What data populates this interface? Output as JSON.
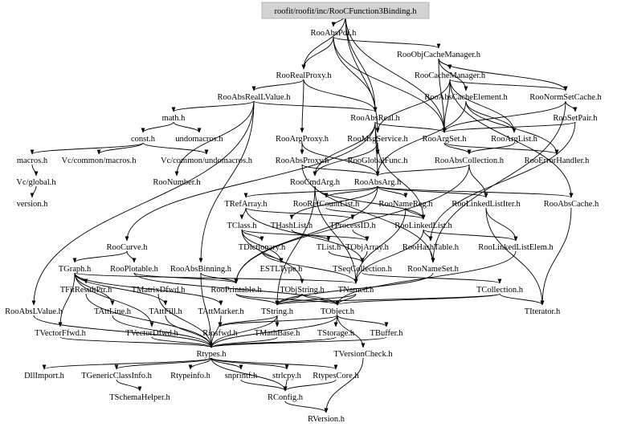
{
  "root": {
    "id": "root",
    "label": "roofit/roofit/inc/RooCFunction3Binding.h"
  },
  "nodes": [
    {
      "id": "RooAbsPdf",
      "label": "RooAbsPdf.h"
    },
    {
      "id": "RooObjCacheManager",
      "label": "RooObjCacheManager.h"
    },
    {
      "id": "RooRealProxy",
      "label": "RooRealProxy.h"
    },
    {
      "id": "RooCacheManager",
      "label": "RooCacheManager.h"
    },
    {
      "id": "RooAbsRealLValue",
      "label": "RooAbsRealLValue.h"
    },
    {
      "id": "RooAbsCacheElement",
      "label": "RooAbsCacheElement.h"
    },
    {
      "id": "RooNormSetCache",
      "label": "RooNormSetCache.h"
    },
    {
      "id": "RooAbsReal",
      "label": "RooAbsReal.h"
    },
    {
      "id": "math",
      "label": "math.h"
    },
    {
      "id": "RooSetPair",
      "label": "RooSetPair.h"
    },
    {
      "id": "const",
      "label": "const.h"
    },
    {
      "id": "undomacros",
      "label": "undomacros.h"
    },
    {
      "id": "RooArgProxy",
      "label": "RooArgProxy.h"
    },
    {
      "id": "RooMsgService",
      "label": "RooMsgService.h"
    },
    {
      "id": "RooArgSet",
      "label": "RooArgSet.h"
    },
    {
      "id": "RooArgList",
      "label": "RooArgList.h"
    },
    {
      "id": "macros",
      "label": "macros.h"
    },
    {
      "id": "VcMacros",
      "label": "Vc/common/macros.h"
    },
    {
      "id": "VcUndomacros",
      "label": "Vc/common/undomacros.h"
    },
    {
      "id": "RooAbsProxy",
      "label": "RooAbsProxy.h"
    },
    {
      "id": "RooGlobalFunc",
      "label": "RooGlobalFunc.h"
    },
    {
      "id": "RooAbsCollection",
      "label": "RooAbsCollection.h"
    },
    {
      "id": "RooErrorHandler",
      "label": "RooErrorHandler.h"
    },
    {
      "id": "VcGlobal",
      "label": "Vc/global.h"
    },
    {
      "id": "RooNumber",
      "label": "RooNumber.h"
    },
    {
      "id": "RooCmdArg",
      "label": "RooCmdArg.h"
    },
    {
      "id": "RooAbsArg",
      "label": "RooAbsArg.h"
    },
    {
      "id": "version",
      "label": "version.h"
    },
    {
      "id": "TRefArray",
      "label": "TRefArray.h"
    },
    {
      "id": "RooRefCountList",
      "label": "RooRefCountList.h"
    },
    {
      "id": "RooNameReg",
      "label": "RooNameReg.h"
    },
    {
      "id": "RooLinkedListIter",
      "label": "RooLinkedListIter.h"
    },
    {
      "id": "RooAbsCache",
      "label": "RooAbsCache.h"
    },
    {
      "id": "TClass",
      "label": "TClass.h"
    },
    {
      "id": "THashList",
      "label": "THashList.h"
    },
    {
      "id": "TProcessID",
      "label": "TProcessID.h"
    },
    {
      "id": "RooLinkedList",
      "label": "RooLinkedList.h"
    },
    {
      "id": "RooCurve",
      "label": "RooCurve.h"
    },
    {
      "id": "TDictionary",
      "label": "TDictionary.h"
    },
    {
      "id": "TList",
      "label": "TList.h"
    },
    {
      "id": "TObjArray",
      "label": "TObjArray.h"
    },
    {
      "id": "RooHashTable",
      "label": "RooHashTable.h"
    },
    {
      "id": "RooLinkedListElem",
      "label": "RooLinkedListElem.h"
    },
    {
      "id": "TGraph",
      "label": "TGraph.h"
    },
    {
      "id": "RooPlotable",
      "label": "RooPlotable.h"
    },
    {
      "id": "RooAbsBinning",
      "label": "RooAbsBinning.h"
    },
    {
      "id": "ESTLType",
      "label": "ESTLType.h"
    },
    {
      "id": "TSeqCollection",
      "label": "TSeqCollection.h"
    },
    {
      "id": "RooNameSet",
      "label": "RooNameSet.h"
    },
    {
      "id": "TFitResultPtr",
      "label": "TFitResultPtr.h"
    },
    {
      "id": "TMatrixDfwd",
      "label": "TMatrixDfwd.h"
    },
    {
      "id": "RooPrintable",
      "label": "RooPrintable.h"
    },
    {
      "id": "TObjString",
      "label": "TObjString.h"
    },
    {
      "id": "TNamed",
      "label": "TNamed.h"
    },
    {
      "id": "TCollection",
      "label": "TCollection.h"
    },
    {
      "id": "RooAbsLValue",
      "label": "RooAbsLValue.h"
    },
    {
      "id": "TAttLine",
      "label": "TAttLine.h"
    },
    {
      "id": "TAttFill",
      "label": "TAttFill.h"
    },
    {
      "id": "TAttMarker",
      "label": "TAttMarker.h"
    },
    {
      "id": "TString",
      "label": "TString.h"
    },
    {
      "id": "TObject",
      "label": "TObject.h"
    },
    {
      "id": "TIterator",
      "label": "TIterator.h"
    },
    {
      "id": "TVectorFfwd",
      "label": "TVectorFfwd.h"
    },
    {
      "id": "TVectorDfwd",
      "label": "TVectorDfwd.h"
    },
    {
      "id": "Riosfwd",
      "label": "Riosfwd.h"
    },
    {
      "id": "TMathBase",
      "label": "TMathBase.h"
    },
    {
      "id": "TStorage",
      "label": "TStorage.h"
    },
    {
      "id": "TBuffer",
      "label": "TBuffer.h"
    },
    {
      "id": "Rtypes",
      "label": "Rtypes.h"
    },
    {
      "id": "TVersionCheck",
      "label": "TVersionCheck.h"
    },
    {
      "id": "DllImport",
      "label": "DllImport.h"
    },
    {
      "id": "TGenericClassInfo",
      "label": "TGenericClassInfo.h"
    },
    {
      "id": "Rtypeinfo",
      "label": "Rtypeinfo.h"
    },
    {
      "id": "snprintf",
      "label": "snprintf.h"
    },
    {
      "id": "strlcpy",
      "label": "strlcpy.h"
    },
    {
      "id": "RtypesCore",
      "label": "RtypesCore.h"
    },
    {
      "id": "TSchemaHelper",
      "label": "TSchemaHelper.h"
    },
    {
      "id": "RConfig",
      "label": "RConfig.h"
    },
    {
      "id": "RVersion",
      "label": "RVersion.h"
    }
  ],
  "edges": [
    [
      "root",
      "RooAbsPdf"
    ],
    [
      "root",
      "RooRealProxy"
    ],
    [
      "root",
      "RooAbsReal"
    ],
    [
      "root",
      "RooMsgService"
    ],
    [
      "root",
      "RooArgSet"
    ],
    [
      "RooAbsPdf",
      "RooObjCacheManager"
    ],
    [
      "RooAbsPdf",
      "RooRealProxy"
    ],
    [
      "RooAbsPdf",
      "RooAbsReal"
    ],
    [
      "RooAbsPdf",
      "RooArgSet"
    ],
    [
      "RooObjCacheManager",
      "RooCacheManager"
    ],
    [
      "RooObjCacheManager",
      "RooAbsCacheElement"
    ],
    [
      "RooObjCacheManager",
      "RooNormSetCache"
    ],
    [
      "RooObjCacheManager",
      "RooArgSet"
    ],
    [
      "RooRealProxy",
      "RooAbsRealLValue"
    ],
    [
      "RooRealProxy",
      "RooArgProxy"
    ],
    [
      "RooRealProxy",
      "RooAbsReal"
    ],
    [
      "RooCacheManager",
      "RooAbsCache"
    ],
    [
      "RooCacheManager",
      "RooNormSetCache"
    ],
    [
      "RooCacheManager",
      "RooArgSet"
    ],
    [
      "RooCacheManager",
      "RooArgList"
    ],
    [
      "RooCacheManager",
      "RooMsgService"
    ],
    [
      "RooAbsCacheElement",
      "RooAbsArg"
    ],
    [
      "RooAbsCacheElement",
      "RooArgList"
    ],
    [
      "RooAbsCacheElement",
      "RooErrorHandler"
    ],
    [
      "RooNormSetCache",
      "RooNameSet"
    ],
    [
      "RooNormSetCache",
      "RooSetPair"
    ],
    [
      "RooNormSetCache",
      "RooArgSet"
    ],
    [
      "RooSetPair",
      "RooArgSet"
    ],
    [
      "RooSetPair",
      "RooHashTable"
    ],
    [
      "RooAbsRealLValue",
      "math"
    ],
    [
      "RooAbsRealLValue",
      "RooAbsReal"
    ],
    [
      "RooAbsRealLValue",
      "RooNumber"
    ],
    [
      "RooAbsRealLValue",
      "RooAbsLValue"
    ],
    [
      "RooAbsRealLValue",
      "RooAbsBinning"
    ],
    [
      "math",
      "const"
    ],
    [
      "math",
      "undomacros"
    ],
    [
      "const",
      "macros"
    ],
    [
      "const",
      "VcMacros"
    ],
    [
      "const",
      "VcUndomacros"
    ],
    [
      "macros",
      "VcGlobal"
    ],
    [
      "VcGlobal",
      "version"
    ],
    [
      "RooAbsReal",
      "RooAbsArg"
    ],
    [
      "RooAbsReal",
      "RooCmdArg"
    ],
    [
      "RooAbsReal",
      "RooCurve"
    ],
    [
      "RooAbsReal",
      "RooArgSet"
    ],
    [
      "RooAbsReal",
      "RooGlobalFunc"
    ],
    [
      "RooArgProxy",
      "RooAbsProxy"
    ],
    [
      "RooArgProxy",
      "RooAbsArg"
    ],
    [
      "RooAbsProxy",
      "RooAbsArg"
    ],
    [
      "RooAbsProxy",
      "RooNameSet"
    ],
    [
      "RooMsgService",
      "RooGlobalFunc"
    ],
    [
      "RooMsgService",
      "RooCmdArg"
    ],
    [
      "RooMsgService",
      "RooLinkedList"
    ],
    [
      "RooArgSet",
      "RooAbsCollection"
    ],
    [
      "RooArgSet",
      "RooErrorHandler"
    ],
    [
      "RooArgList",
      "RooAbsCollection"
    ],
    [
      "RooAbsCollection",
      "RooAbsArg"
    ],
    [
      "RooAbsCollection",
      "RooLinkedListIter"
    ],
    [
      "RooAbsCollection",
      "RooPrintable"
    ],
    [
      "RooCmdArg",
      "TNamed"
    ],
    [
      "RooCmdArg",
      "TString"
    ],
    [
      "RooCmdArg",
      "RooLinkedList"
    ],
    [
      "RooAbsArg",
      "TRefArray"
    ],
    [
      "RooAbsArg",
      "RooRefCountList"
    ],
    [
      "RooAbsArg",
      "RooNameReg"
    ],
    [
      "RooAbsArg",
      "RooAbsCache"
    ],
    [
      "RooAbsArg",
      "THashList"
    ],
    [
      "RooAbsArg",
      "RooLinkedListIter"
    ],
    [
      "RooAbsArg",
      "RooPrintable"
    ],
    [
      "TRefArray",
      "TProcessID"
    ],
    [
      "TRefArray",
      "TSeqCollection"
    ],
    [
      "TRefArray",
      "TClass"
    ],
    [
      "RooRefCountList",
      "RooLinkedList"
    ],
    [
      "RooNameReg",
      "TNamed"
    ],
    [
      "RooNameReg",
      "RooLinkedList"
    ],
    [
      "RooLinkedListIter",
      "RooLinkedListElem"
    ],
    [
      "RooLinkedListIter",
      "TIterator"
    ],
    [
      "RooAbsCache",
      "TIterator"
    ],
    [
      "TClass",
      "TDictionary"
    ],
    [
      "TClass",
      "TObjArray"
    ],
    [
      "TClass",
      "TObjString"
    ],
    [
      "TClass",
      "ESTLType"
    ],
    [
      "THashList",
      "TList"
    ],
    [
      "TProcessID",
      "TObjArray"
    ],
    [
      "RooLinkedList",
      "RooLinkedListElem"
    ],
    [
      "RooLinkedList",
      "RooHashTable"
    ],
    [
      "RooLinkedList",
      "TNamed"
    ],
    [
      "RooCurve",
      "TGraph"
    ],
    [
      "RooCurve",
      "RooPlotable"
    ],
    [
      "TDictionary",
      "TNamed"
    ],
    [
      "TDictionary",
      "ESTLType"
    ],
    [
      "TList",
      "TSeqCollection"
    ],
    [
      "TObjArray",
      "TSeqCollection"
    ],
    [
      "RooHashTable",
      "RooNameSet"
    ],
    [
      "RooLinkedListElem",
      "TObject"
    ],
    [
      "TGraph",
      "TNamed"
    ],
    [
      "TGraph",
      "TAttLine"
    ],
    [
      "TGraph",
      "TAttFill"
    ],
    [
      "TGraph",
      "TAttMarker"
    ],
    [
      "TGraph",
      "TVectorFfwd"
    ],
    [
      "TGraph",
      "TVectorDfwd"
    ],
    [
      "TGraph",
      "TFitResultPtr"
    ],
    [
      "RooPlotable",
      "RooPrintable"
    ],
    [
      "RooPlotable",
      "TObject"
    ],
    [
      "RooAbsBinning",
      "RooPrintable"
    ],
    [
      "RooAbsBinning",
      "Rtypes"
    ],
    [
      "TSeqCollection",
      "TCollection"
    ],
    [
      "RooNameSet",
      "TString"
    ],
    [
      "TFitResultPtr",
      "Rtypes"
    ],
    [
      "TMatrixDfwd",
      "Rtypes"
    ],
    [
      "RooPrintable",
      "TString"
    ],
    [
      "RooPrintable",
      "TObject"
    ],
    [
      "TObjString",
      "TString"
    ],
    [
      "TObjString",
      "TObject"
    ],
    [
      "TNamed",
      "TString"
    ],
    [
      "TNamed",
      "TObject"
    ],
    [
      "TCollection",
      "TObject"
    ],
    [
      "TCollection",
      "TIterator"
    ],
    [
      "TCollection",
      "TString"
    ],
    [
      "RooAbsLValue",
      "Rtypes"
    ],
    [
      "TAttLine",
      "Rtypes"
    ],
    [
      "TAttFill",
      "Rtypes"
    ],
    [
      "TAttMarker",
      "Rtypes"
    ],
    [
      "TString",
      "Rtypes"
    ],
    [
      "TString",
      "TMathBase"
    ],
    [
      "TString",
      "Riosfwd"
    ],
    [
      "TObject",
      "Rtypes"
    ],
    [
      "TObject",
      "TStorage"
    ],
    [
      "TObject",
      "TVersionCheck"
    ],
    [
      "TObject",
      "Riosfwd"
    ],
    [
      "TObject",
      "TBuffer"
    ],
    [
      "TVectorFfwd",
      "Rtypes"
    ],
    [
      "TVectorDfwd",
      "Rtypes"
    ],
    [
      "TMathBase",
      "Rtypes"
    ],
    [
      "TStorage",
      "Rtypes"
    ],
    [
      "TBuffer",
      "Rtypes"
    ],
    [
      "TVersionCheck",
      "RVersion"
    ],
    [
      "Rtypes",
      "DllImport"
    ],
    [
      "Rtypes",
      "TGenericClassInfo"
    ],
    [
      "Rtypes",
      "Rtypeinfo"
    ],
    [
      "Rtypes",
      "snprintf"
    ],
    [
      "Rtypes",
      "strlcpy"
    ],
    [
      "Rtypes",
      "RtypesCore"
    ],
    [
      "Rtypes",
      "RConfig"
    ],
    [
      "TGenericClassInfo",
      "TSchemaHelper"
    ],
    [
      "RtypesCore",
      "RConfig"
    ],
    [
      "snprintf",
      "RConfig"
    ],
    [
      "strlcpy",
      "RConfig"
    ],
    [
      "RConfig",
      "RVersion"
    ]
  ]
}
